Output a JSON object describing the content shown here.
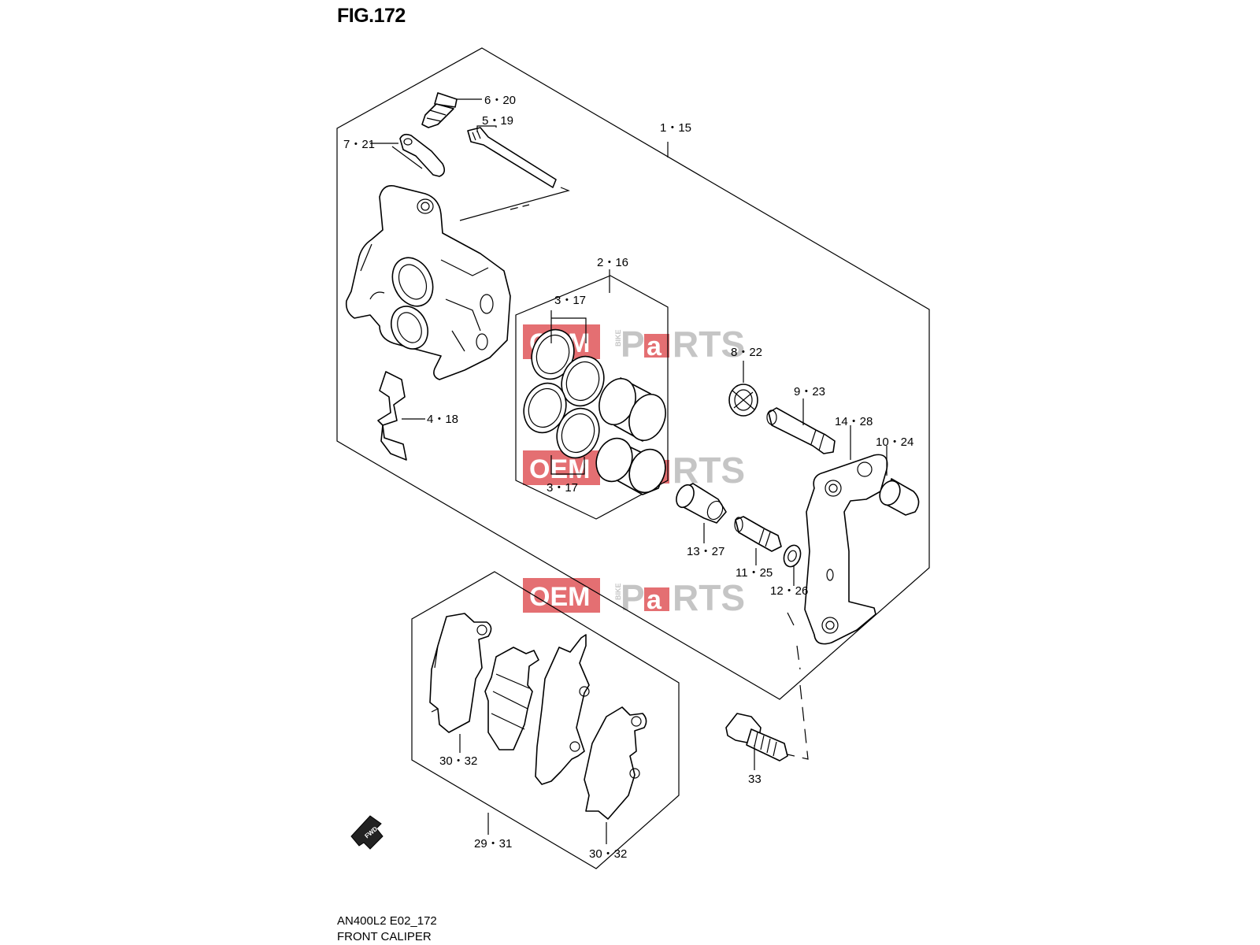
{
  "figure": {
    "title": "FIG.172",
    "model_code": "AN400L2 E02_172",
    "name": "FRONT CALIPER"
  },
  "watermark": {
    "brand_left": "OEM",
    "brand_small": "BIKE",
    "brand_p": "P",
    "brand_a": "a",
    "brand_rts": "RTS",
    "color_red": "#e0575a",
    "color_grey": "#bcbcbc"
  },
  "direction_badge": "FWD",
  "callouts": [
    {
      "id": "6-20",
      "text": "6・20"
    },
    {
      "id": "5-19",
      "text": "5・19"
    },
    {
      "id": "7-21",
      "text": "7・21"
    },
    {
      "id": "1-15",
      "text": "1・15"
    },
    {
      "id": "2-16",
      "text": "2・16"
    },
    {
      "id": "3-17a",
      "text": "3・17"
    },
    {
      "id": "3-17b",
      "text": "3・17"
    },
    {
      "id": "4-18",
      "text": "4・18"
    },
    {
      "id": "8-22",
      "text": "8・22"
    },
    {
      "id": "9-23",
      "text": "9・23"
    },
    {
      "id": "14-28",
      "text": "14・28"
    },
    {
      "id": "10-24",
      "text": "10・24"
    },
    {
      "id": "13-27",
      "text": "13・27"
    },
    {
      "id": "11-25",
      "text": "11・25"
    },
    {
      "id": "12-26",
      "text": "12・26"
    },
    {
      "id": "30-32a",
      "text": "30・32"
    },
    {
      "id": "30-32b",
      "text": "30・32"
    },
    {
      "id": "29-31",
      "text": "29・31"
    },
    {
      "id": "33",
      "text": "33"
    }
  ]
}
